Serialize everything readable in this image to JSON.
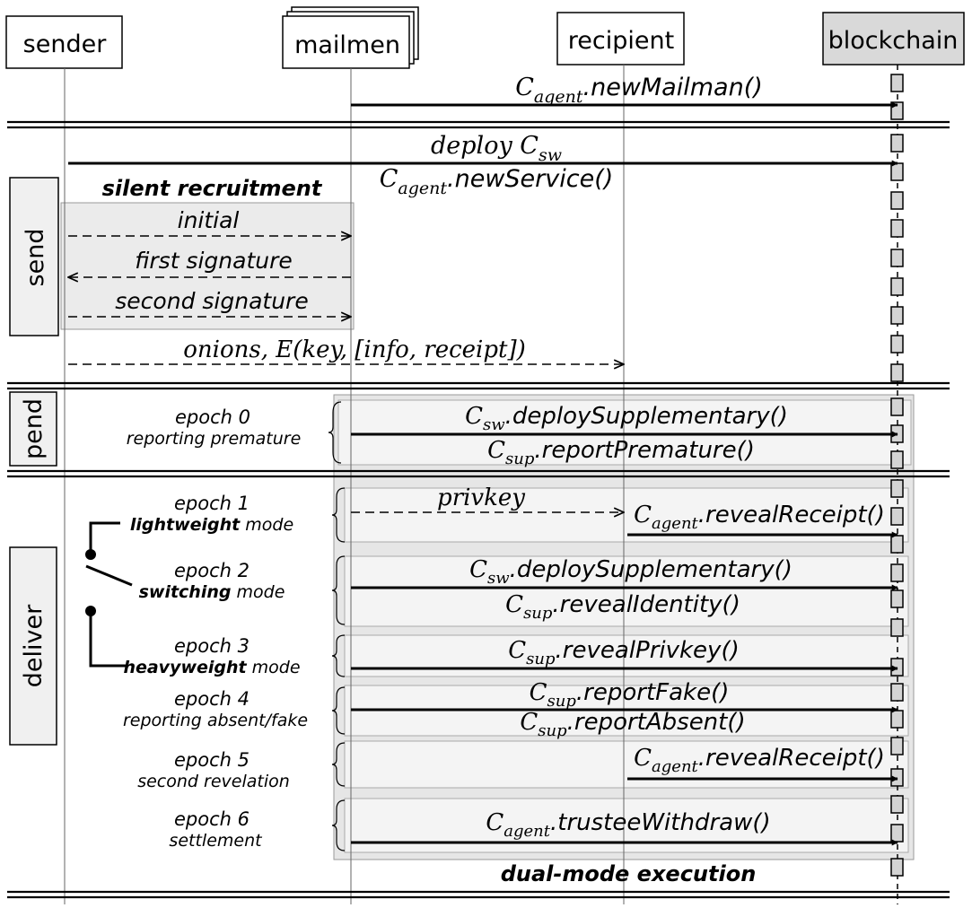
{
  "actors": {
    "sender": "sender",
    "mailmen": "mailmen",
    "recipient": "recipient",
    "blockchain": "blockchain"
  },
  "phases": {
    "send": "send",
    "pend": "pend",
    "deliver": "deliver"
  },
  "messages": {
    "new_mailman": {
      "c": "C",
      "sub": "agent",
      "call": ".newMailman()"
    },
    "deploy_cs": {
      "prefix": "deploy ",
      "c": "C",
      "sub": "sw"
    },
    "new_service": {
      "c": "C",
      "sub": "agent",
      "call": ".newService()"
    },
    "silent_recruitment": "silent recruitment",
    "initial": "initial",
    "first_signature": "first signature",
    "second_signature": "second signature",
    "onions": "onions, E(key, [info, receipt])",
    "epoch0_deploy": {
      "c": "C",
      "sub": "sw",
      "call": ".deploySupplementary()"
    },
    "epoch0_report": {
      "c": "C",
      "sub": "sup",
      "call": ".reportPremature()"
    },
    "privkey": "privkey",
    "epoch1_reveal": {
      "c": "C",
      "sub": "agent",
      "call": ".revealReceipt()"
    },
    "epoch2_deploy": {
      "c": "C",
      "sub": "sw",
      "call": ".deploySupplementary()"
    },
    "epoch2_identity": {
      "c": "C",
      "sub": "sup",
      "call": ".revealIdentity()"
    },
    "epoch3_privkey": {
      "c": "C",
      "sub": "sup",
      "call": ".revealPrivkey()"
    },
    "epoch4_fake": {
      "c": "C",
      "sub": "sup",
      "call": ".reportFake()"
    },
    "epoch4_absent": {
      "c": "C",
      "sub": "sup",
      "call": ".reportAbsent()"
    },
    "epoch5_reveal": {
      "c": "C",
      "sub": "agent",
      "call": ".revealReceipt()"
    },
    "epoch6_withdraw": {
      "c": "C",
      "sub": "agent",
      "call": ".trusteeWithdraw()"
    },
    "dual_mode": "dual-mode execution"
  },
  "epochs": {
    "e0": {
      "title": "epoch 0",
      "sub": "reporting premature"
    },
    "e1": {
      "title": "epoch 1",
      "bold": "lightweight",
      "rest": " mode"
    },
    "e2": {
      "title": "epoch 2",
      "bold": "switching",
      "rest": " mode"
    },
    "e3": {
      "title": "epoch 3",
      "bold": "heavyweight",
      "rest": " mode"
    },
    "e4": {
      "title": "epoch 4",
      "sub": "reporting absent/fake"
    },
    "e5": {
      "title": "epoch 5",
      "sub": "second revelation"
    },
    "e6": {
      "title": "epoch 6",
      "sub": "settlement"
    }
  }
}
